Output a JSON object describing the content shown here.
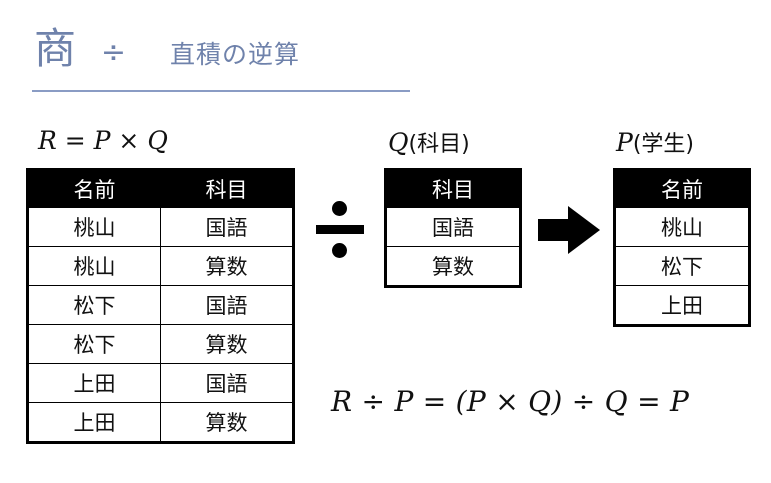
{
  "title": {
    "kanji": "商",
    "operator": "÷",
    "subtitle": "直積の逆算",
    "color": "#6f82ab",
    "rule_color": "#8a9cc4"
  },
  "captions": {
    "left": "R = P × Q",
    "middle_symbol": "Q",
    "middle_paren": "(科目)",
    "right_symbol": "P",
    "right_paren": "(学生)"
  },
  "tables": {
    "relation": {
      "name": "R",
      "headers": [
        "名前",
        "科目"
      ],
      "rows": [
        [
          "桃山",
          "国語"
        ],
        [
          "桃山",
          "算数"
        ],
        [
          "松下",
          "国語"
        ],
        [
          "松下",
          "算数"
        ],
        [
          "上田",
          "国語"
        ],
        [
          "上田",
          "算数"
        ]
      ]
    },
    "divisor": {
      "name": "Q",
      "headers": [
        "科目"
      ],
      "rows": [
        [
          "国語"
        ],
        [
          "算数"
        ]
      ]
    },
    "quotient": {
      "name": "P",
      "headers": [
        "名前"
      ],
      "rows": [
        [
          "桃山"
        ],
        [
          "松下"
        ],
        [
          "上田"
        ]
      ]
    }
  },
  "operators": {
    "divide": "÷",
    "arrow": "→"
  },
  "formula": "R ÷ P = (P × Q) ÷ Q = P",
  "colors": {
    "ink": "#111111",
    "accent": "#6f82ab",
    "header_bg": "#000000",
    "header_fg": "#ffffff",
    "page_bg": "#ffffff"
  }
}
